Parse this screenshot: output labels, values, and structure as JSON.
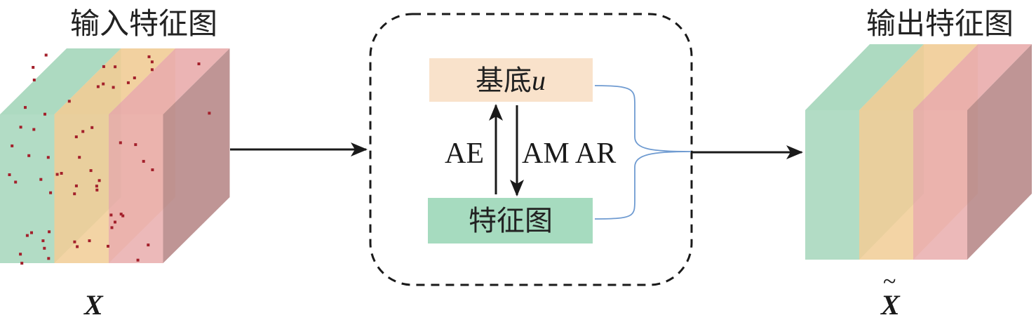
{
  "input": {
    "title": "输入特征图",
    "symbol": "X"
  },
  "output": {
    "title": "输出特征图",
    "symbol": "X",
    "symbol_accent": "~"
  },
  "module": {
    "basis_label": "基底",
    "basis_var": "u",
    "feature_label": "特征图",
    "ae_label": "AE",
    "am_ar_label": "AM AR"
  },
  "colors": {
    "green": "#9fd3b6",
    "orange": "#f0c98f",
    "pink": "#e7a7a7",
    "dot": "#a3202b",
    "basis_box": "#f9e2cb",
    "feature_box": "#a6dbbf",
    "brace": "#6f9bd1"
  }
}
